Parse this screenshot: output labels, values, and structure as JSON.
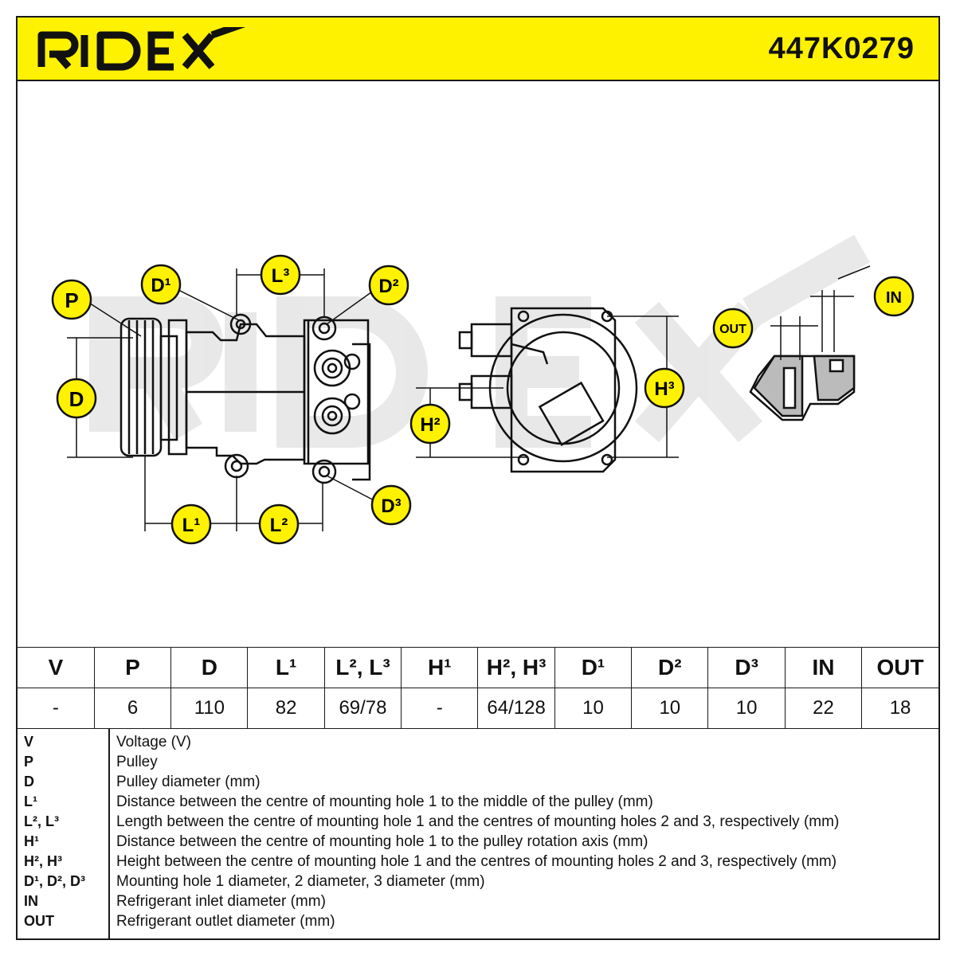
{
  "brand": {
    "logo_text": "RIDEX",
    "accent_color": "#fff200"
  },
  "part_number": "447K0279",
  "diagram_labels": {
    "P": "P",
    "D": "D",
    "D1": "D¹",
    "L3": "L³",
    "D2": "D²",
    "D3": "D³",
    "L1": "L¹",
    "L2": "L²",
    "H2": "H²",
    "H3": "H³",
    "OUT": "OUT",
    "IN": "IN"
  },
  "spec_table": {
    "headers": [
      "V",
      "P",
      "D",
      "L¹",
      "L², L³",
      "H¹",
      "H², H³",
      "D¹",
      "D²",
      "D³",
      "IN",
      "OUT"
    ],
    "values": [
      "-",
      "6",
      "110",
      "82",
      "69/78",
      "-",
      "64/128",
      "10",
      "10",
      "10",
      "22",
      "18"
    ]
  },
  "legend": [
    {
      "key": "V",
      "desc": "Voltage (V)"
    },
    {
      "key": "P",
      "desc": "Pulley"
    },
    {
      "key": "D",
      "desc": "Pulley diameter (mm)"
    },
    {
      "key": "L¹",
      "desc": "Distance between the centre of mounting hole 1 to the middle of the pulley (mm)"
    },
    {
      "key": "L², L³",
      "desc": "Length between the centre of mounting hole 1 and the centres of mounting holes 2 and 3, respectively (mm)"
    },
    {
      "key": "H¹",
      "desc": "Distance between the centre of mounting hole 1 to the pulley rotation axis (mm)"
    },
    {
      "key": "H², H³",
      "desc": "Height between the centre of mounting hole 1 and the centres of mounting holes 2 and 3, respectively (mm)"
    },
    {
      "key": "D¹, D², D³",
      "desc": "Mounting hole 1 diameter, 2 diameter, 3 diameter (mm)"
    },
    {
      "key": "IN",
      "desc": "Refrigerant inlet diameter (mm)"
    },
    {
      "key": "OUT",
      "desc": "Refrigerant outlet diameter (mm)"
    }
  ]
}
